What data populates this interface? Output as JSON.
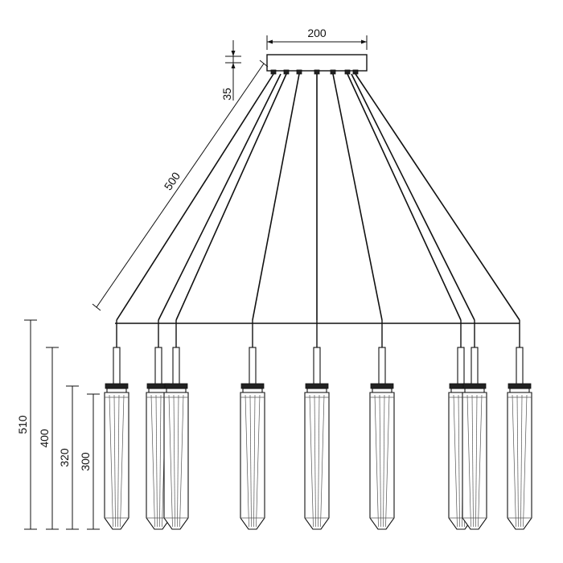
{
  "dimensions": {
    "canopy_width": "200",
    "canopy_height": "35",
    "cable_length": "500",
    "overall_height": "510",
    "pendant_height_long": "400",
    "pendant_height_medium": "320",
    "shade_height": "300"
  },
  "pendant_count": 9,
  "colors": {
    "line": "#111111",
    "background": "#ffffff"
  }
}
